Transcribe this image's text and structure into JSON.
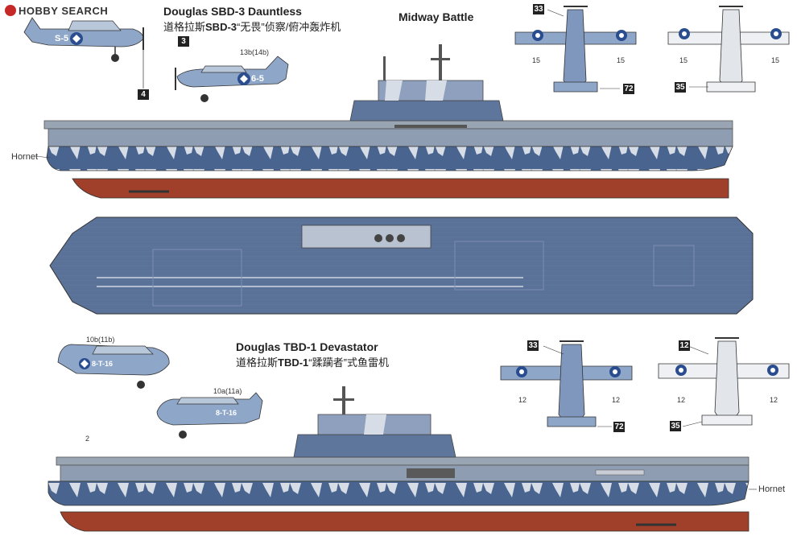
{
  "watermark": "HOBBY SEARCH",
  "colors": {
    "hull_blue": "#4a6490",
    "hull_blue_light": "#7f97bd",
    "camo_white": "#d7dde6",
    "deck_blue": "#5a7198",
    "hull_red": "#a0402a",
    "aircraft_blue": "#8ea6c8",
    "aircraft_light": "#eef0f3",
    "roundel_blue": "#2a4d8f",
    "label_dark": "#222222"
  },
  "top": {
    "heading": "Midway Battle",
    "aircraft_title": "Douglas SBD-3 Dauntless",
    "aircraft_subtitle_prefix": "道格拉斯",
    "aircraft_subtitle_bold": "SBD-3",
    "aircraft_subtitle_suffix": "“无畏”侦察/俯冲轰炸机",
    "ship_label": "Hornet",
    "callouts": {
      "plane1_code": "S-5",
      "plane2_code": "6-5",
      "plane2_ref": "13b(14b)",
      "box3": "3",
      "box4": "4",
      "box33": "33",
      "box72": "72",
      "box35": "35",
      "wing_left": "15",
      "wing_right": "15",
      "wing_left_b": "15",
      "wing_right_b": "15"
    }
  },
  "bottom": {
    "aircraft_title": "Douglas TBD-1 Devastator",
    "aircraft_subtitle_prefix": "道格拉斯",
    "aircraft_subtitle_bold": "TBD-1",
    "aircraft_subtitle_suffix": "“蹂躏者”式鱼雷机",
    "ship_label": "Hornet",
    "callouts": {
      "plane1_ref": "10b(11b)",
      "plane1_code": "8-T-16",
      "plane2_ref": "10a(11a)",
      "plane2_code": "8-T-16",
      "box33": "33",
      "box72": "72",
      "box12": "12",
      "box35": "35",
      "wing_left": "12",
      "wing_right": "12",
      "wing_left_b": "12",
      "wing_right_b": "12",
      "mast_ref": "2"
    }
  }
}
